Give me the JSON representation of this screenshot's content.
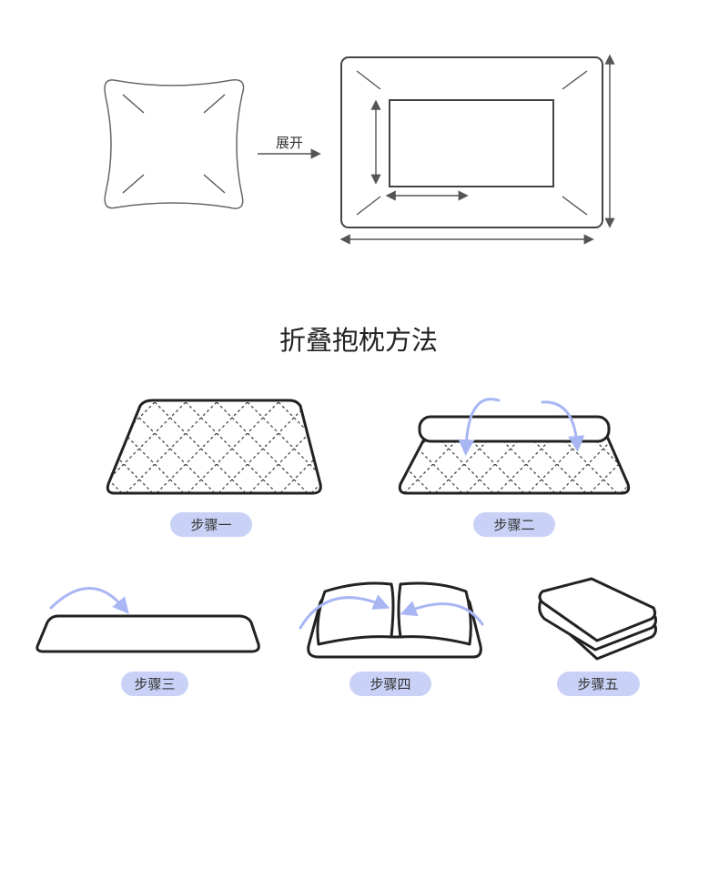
{
  "top": {
    "unfold_label": "展开"
  },
  "title": "折叠抱枕方法",
  "steps": [
    {
      "label": "步骤一"
    },
    {
      "label": "步骤二"
    },
    {
      "label": "步骤三"
    },
    {
      "label": "步骤四"
    },
    {
      "label": "步骤五"
    }
  ],
  "colors": {
    "arrow": "#a8b6f4",
    "pill": "#c9d2f6",
    "outline": "#222222"
  }
}
